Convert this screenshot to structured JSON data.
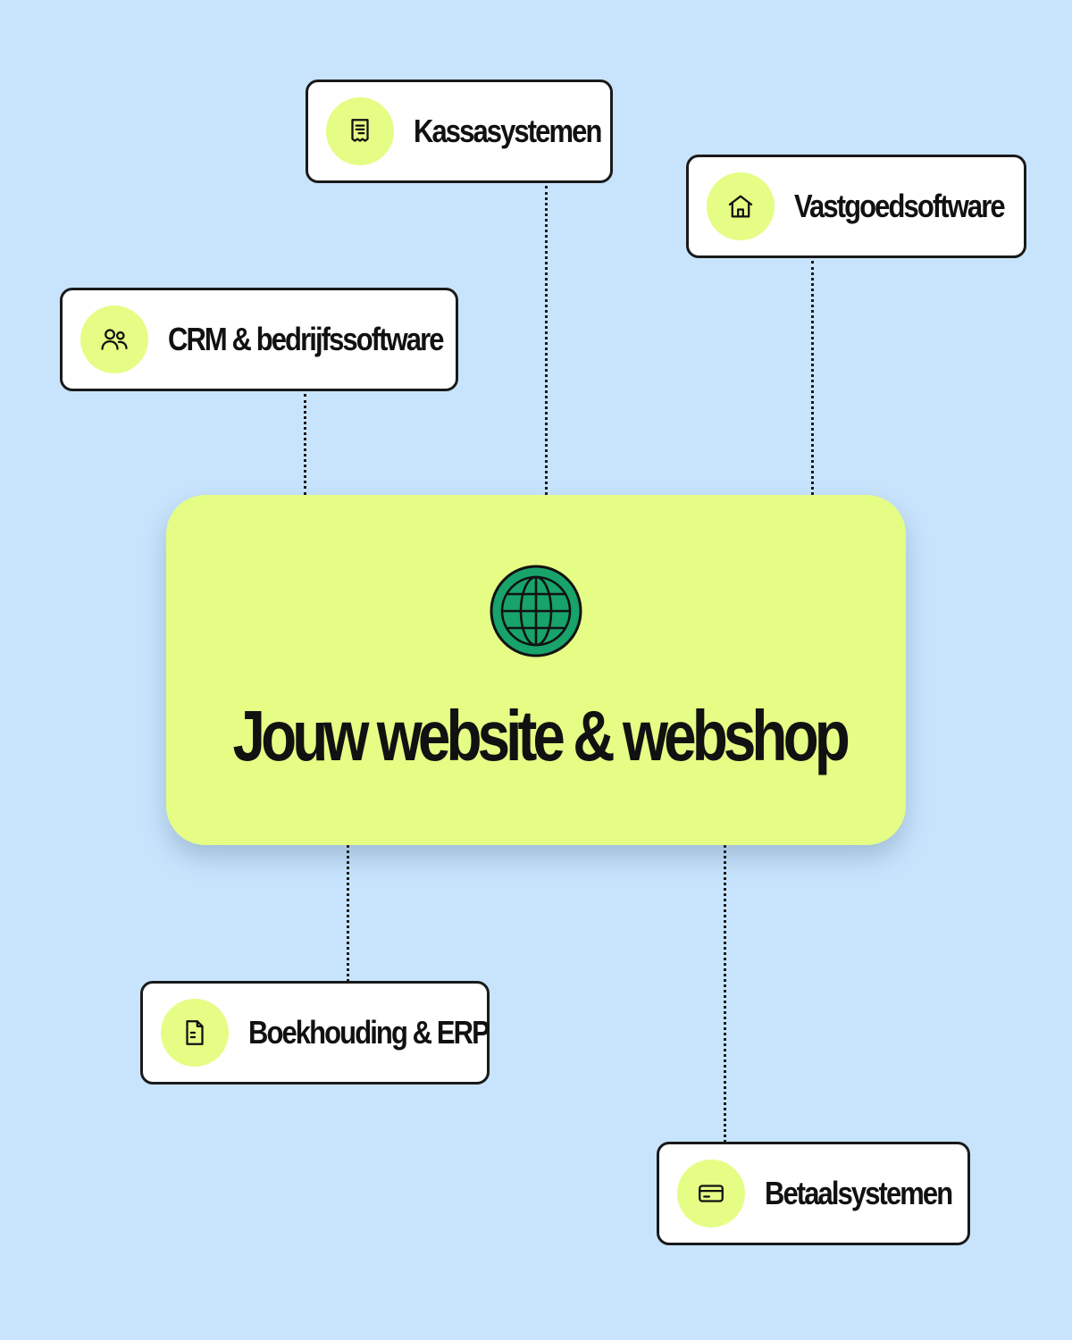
{
  "colors": {
    "background": "#c8e4fd",
    "hub_fill": "#e5fd85",
    "icon_badge": "#e5fd85",
    "globe_fill": "#17a36a",
    "ink": "#111111"
  },
  "hub": {
    "title": "Jouw website & webshop",
    "icon": "globe-icon"
  },
  "nodes": [
    {
      "label": "Kassasystemen",
      "icon": "receipt-icon"
    },
    {
      "label": "Vastgoedsoftware",
      "icon": "house-icon"
    },
    {
      "label": "CRM & bedrijfssoftware",
      "icon": "users-icon"
    },
    {
      "label": "Boekhouding & ERP",
      "icon": "document-icon"
    },
    {
      "label": "Betaalsystemen",
      "icon": "credit-card-icon"
    }
  ]
}
